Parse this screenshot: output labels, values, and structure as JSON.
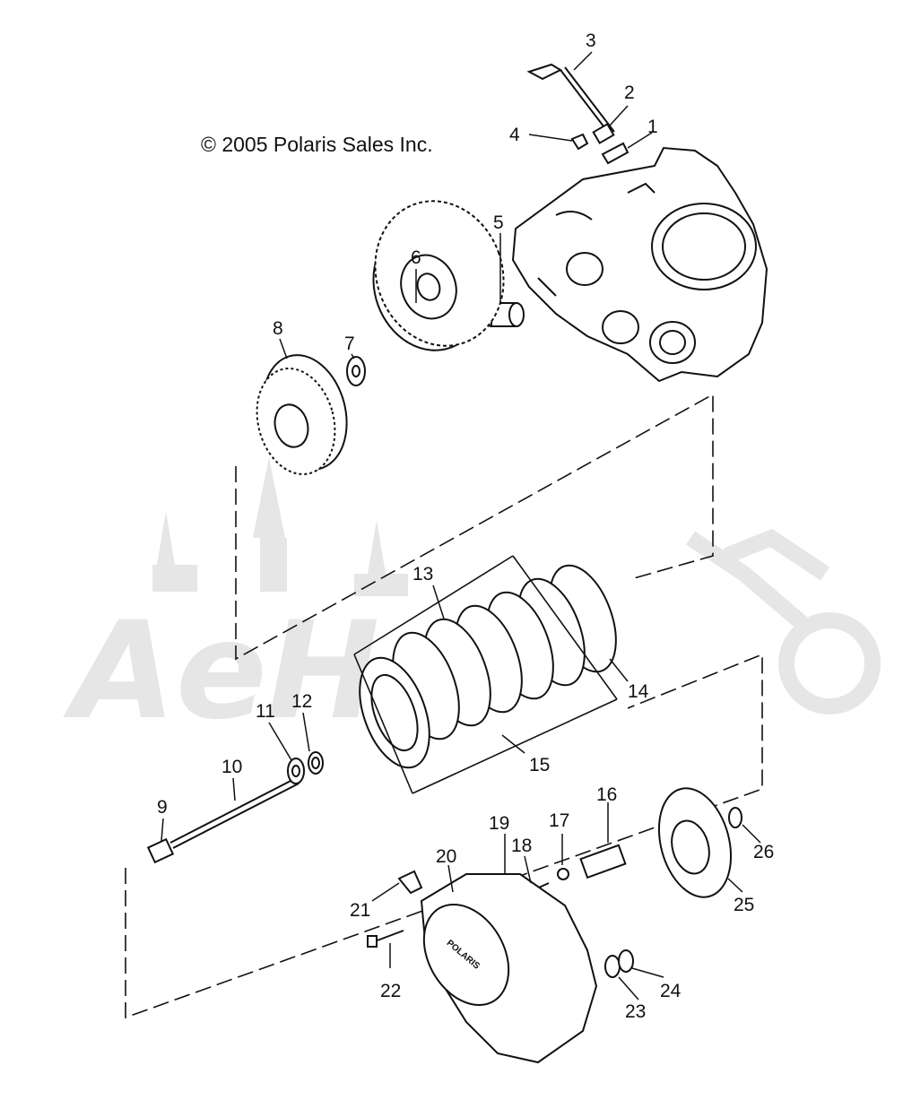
{
  "copyright": "© 2005 Polaris Sales Inc.",
  "watermark": "AeH",
  "cover_logo": "POLARIS",
  "callouts": [
    "1",
    "2",
    "3",
    "4",
    "5",
    "6",
    "7",
    "8",
    "9",
    "10",
    "11",
    "12",
    "13",
    "14",
    "15",
    "16",
    "17",
    "18",
    "19",
    "20",
    "21",
    "22",
    "23",
    "24",
    "25",
    "26"
  ],
  "colors": {
    "ink": "#111111",
    "watermark": "#e6e6e6",
    "background": "#ffffff"
  }
}
